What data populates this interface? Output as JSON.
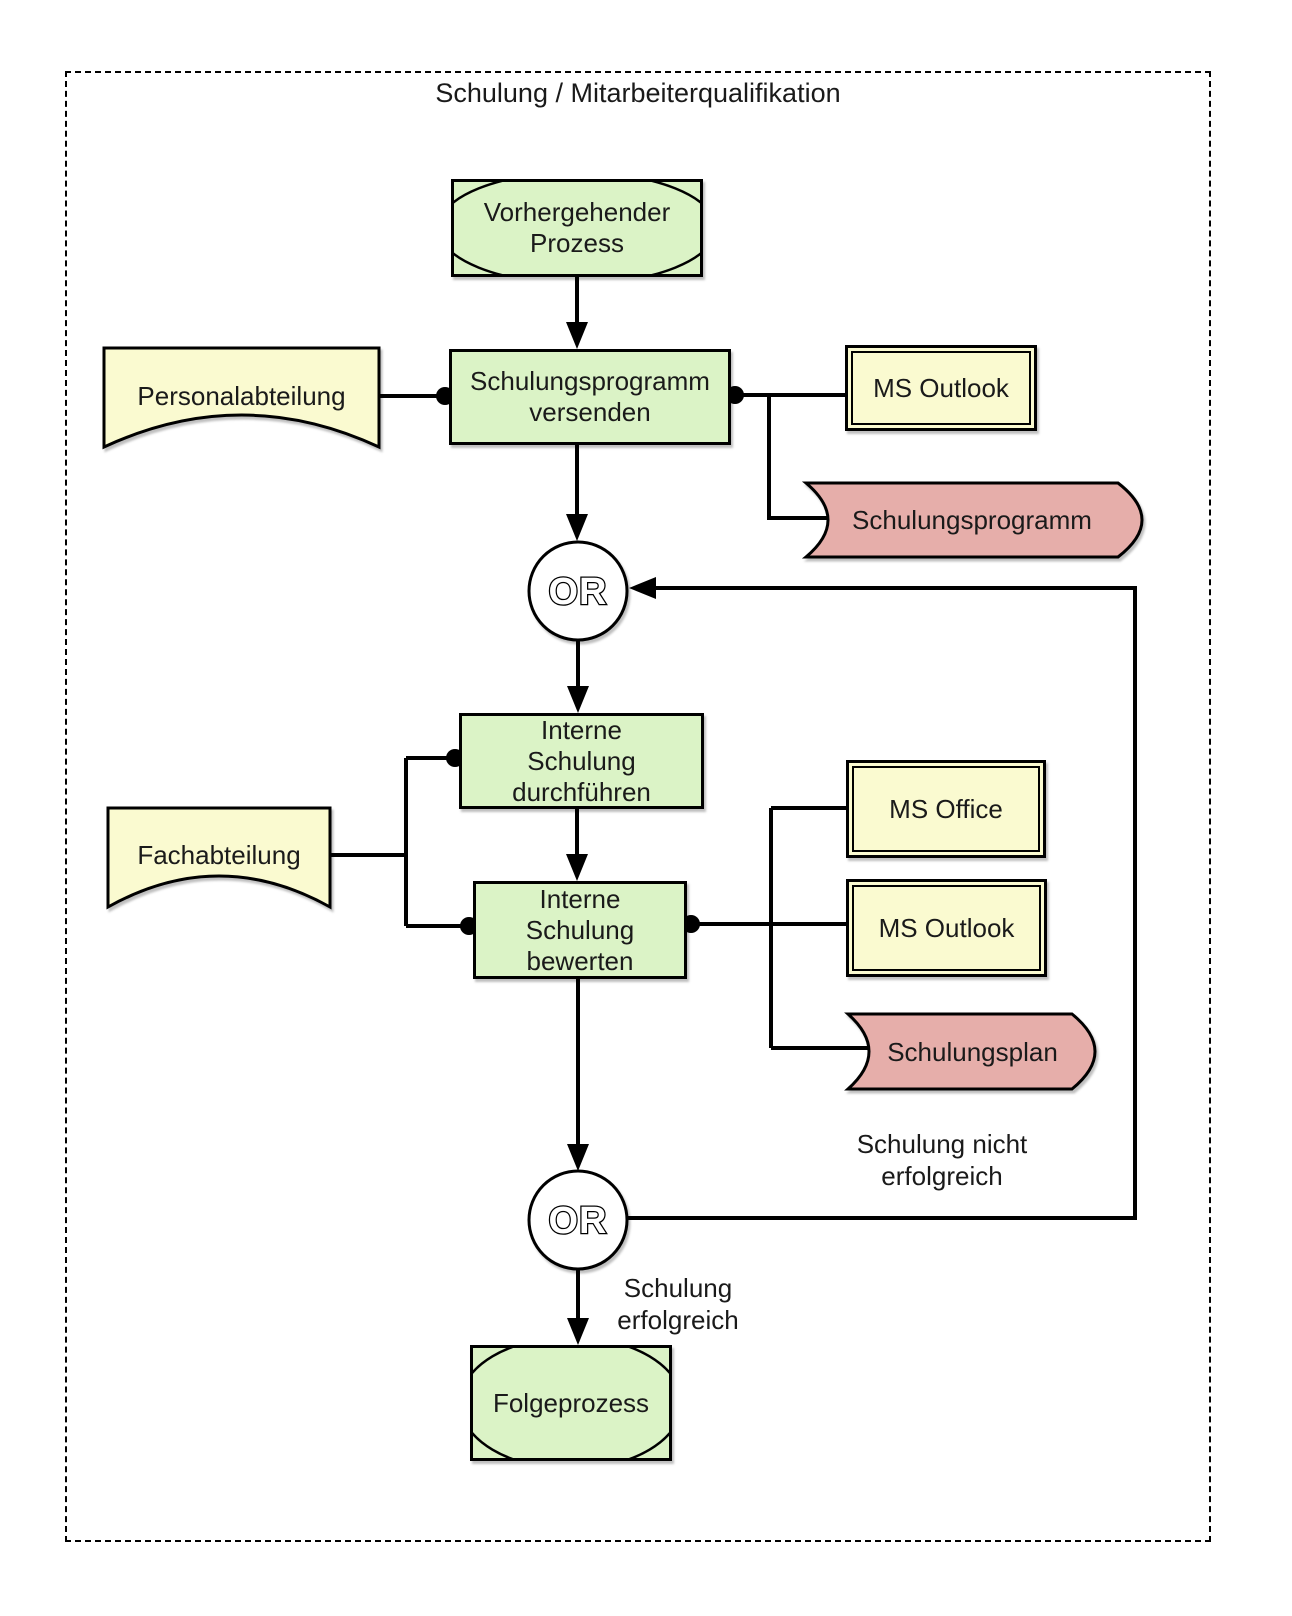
{
  "diagram": {
    "title": "Schulung / Mitarbeiterqualifikation",
    "nodes": {
      "previous_process": [
        "Vorhergehender",
        "Prozess"
      ],
      "personalabteilung": "Personalabteilung",
      "send_program": [
        "Schulungsprogramm",
        "versenden"
      ],
      "ms_outlook_top": "MS Outlook",
      "schulungsprogramm_data": "Schulungsprogramm",
      "or_top": "OR",
      "conduct_training": [
        "Interne",
        "Schulung",
        "durchführen"
      ],
      "fachabteilung": "Fachabteilung",
      "evaluate_training": [
        "Interne",
        "Schulung",
        "bewerten"
      ],
      "ms_office": "MS Office",
      "ms_outlook_mid": "MS Outlook",
      "schulungsplan_data": "Schulungsplan",
      "or_bottom": "OR",
      "folgeprozess": "Folgeprozess"
    },
    "edge_labels": {
      "not_successful": [
        "Schulung nicht",
        "erfolgreich"
      ],
      "successful": [
        "Schulung",
        "erfolgreich"
      ]
    },
    "colors": {
      "function_green": "#dbf3c6",
      "resource_yellow": "#fafad0",
      "data_pink": "#e6aeaa",
      "line_black": "#000000",
      "background": "#ffffff"
    }
  }
}
